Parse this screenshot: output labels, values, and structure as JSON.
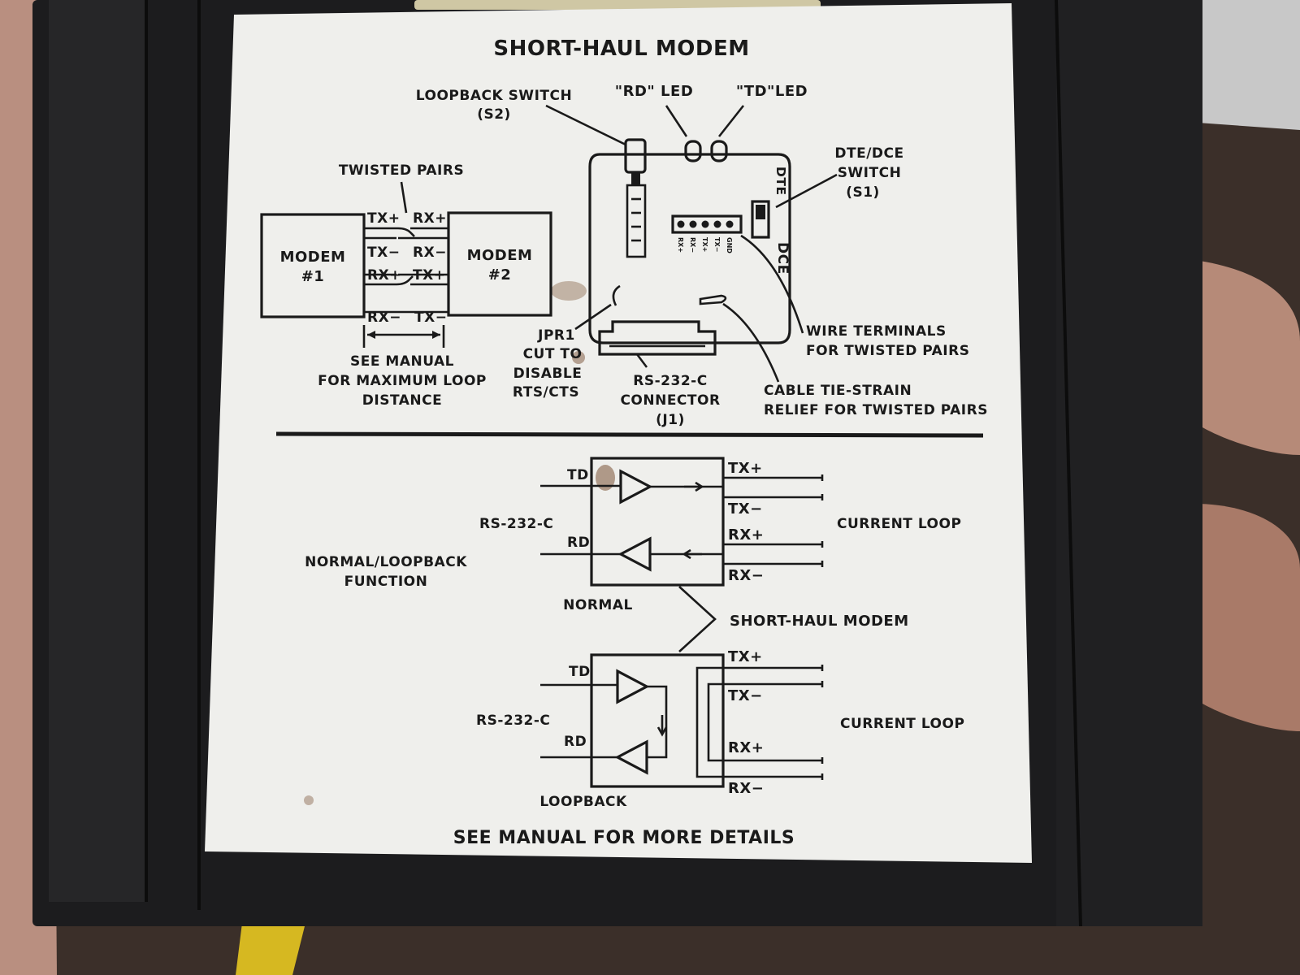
{
  "title": "SHORT-HAUL MODEM",
  "top": {
    "loopback_switch": [
      "LOOPBACK SWITCH",
      "(S2)"
    ],
    "rd_led": "\"RD\" LED",
    "td_led": "\"TD\"LED",
    "dte_dce_switch": [
      "DTE/DCE",
      "SWITCH",
      "(S1)"
    ],
    "switch_dte": "DTE",
    "switch_dce": "DCE",
    "twisted_pairs": "TWISTED PAIRS",
    "modem1": [
      "MODEM",
      "#1"
    ],
    "modem2": [
      "MODEM",
      "#2"
    ],
    "pair_labels": {
      "left": [
        "TX+",
        "TX−",
        "RX+",
        "RX−"
      ],
      "right": [
        "RX+",
        "RX−",
        "TX+",
        "TX−"
      ]
    },
    "terminal_labels": [
      "RX+",
      "RX−",
      "TX+",
      "TX−",
      "GND"
    ],
    "see_manual_loop": [
      "SEE MANUAL",
      "FOR MAXIMUM LOOP",
      "DISTANCE"
    ],
    "jpr1": [
      "JPR1",
      "CUT TO",
      "DISABLE",
      "RTS/CTS"
    ],
    "rs232_connector": [
      "RS-232-C",
      "CONNECTOR",
      "(J1)"
    ],
    "wire_terminals": [
      "WIRE TERMINALS",
      "FOR TWISTED PAIRS"
    ],
    "cable_tie": [
      "CABLE TIE-STRAIN",
      "RELIEF FOR TWISTED PAIRS"
    ]
  },
  "bottom": {
    "function_label": [
      "NORMAL/LOOPBACK",
      "FUNCTION"
    ],
    "short_haul_modem": "SHORT-HAUL MODEM",
    "normal": {
      "caption": "NORMAL",
      "rs232": "RS-232-C",
      "td": "TD",
      "rd": "RD",
      "current_loop": "CURRENT LOOP",
      "tx_plus": "TX+",
      "tx_minus": "TX−",
      "rx_plus": "RX+",
      "rx_minus": "RX−"
    },
    "loopback": {
      "caption": "LOOPBACK",
      "rs232": "RS-232-C",
      "td": "TD",
      "rd": "RD",
      "current_loop": "CURRENT LOOP",
      "tx_plus": "TX+",
      "tx_minus": "TX−",
      "rx_plus": "RX+",
      "rx_minus": "RX−"
    }
  },
  "footer": "SEE MANUAL FOR MORE DETAILS",
  "colors": {
    "label_paper": "#efefec",
    "ink": "#1a1a1a",
    "case": "#1d1d1f",
    "background": "#3a2e28"
  }
}
